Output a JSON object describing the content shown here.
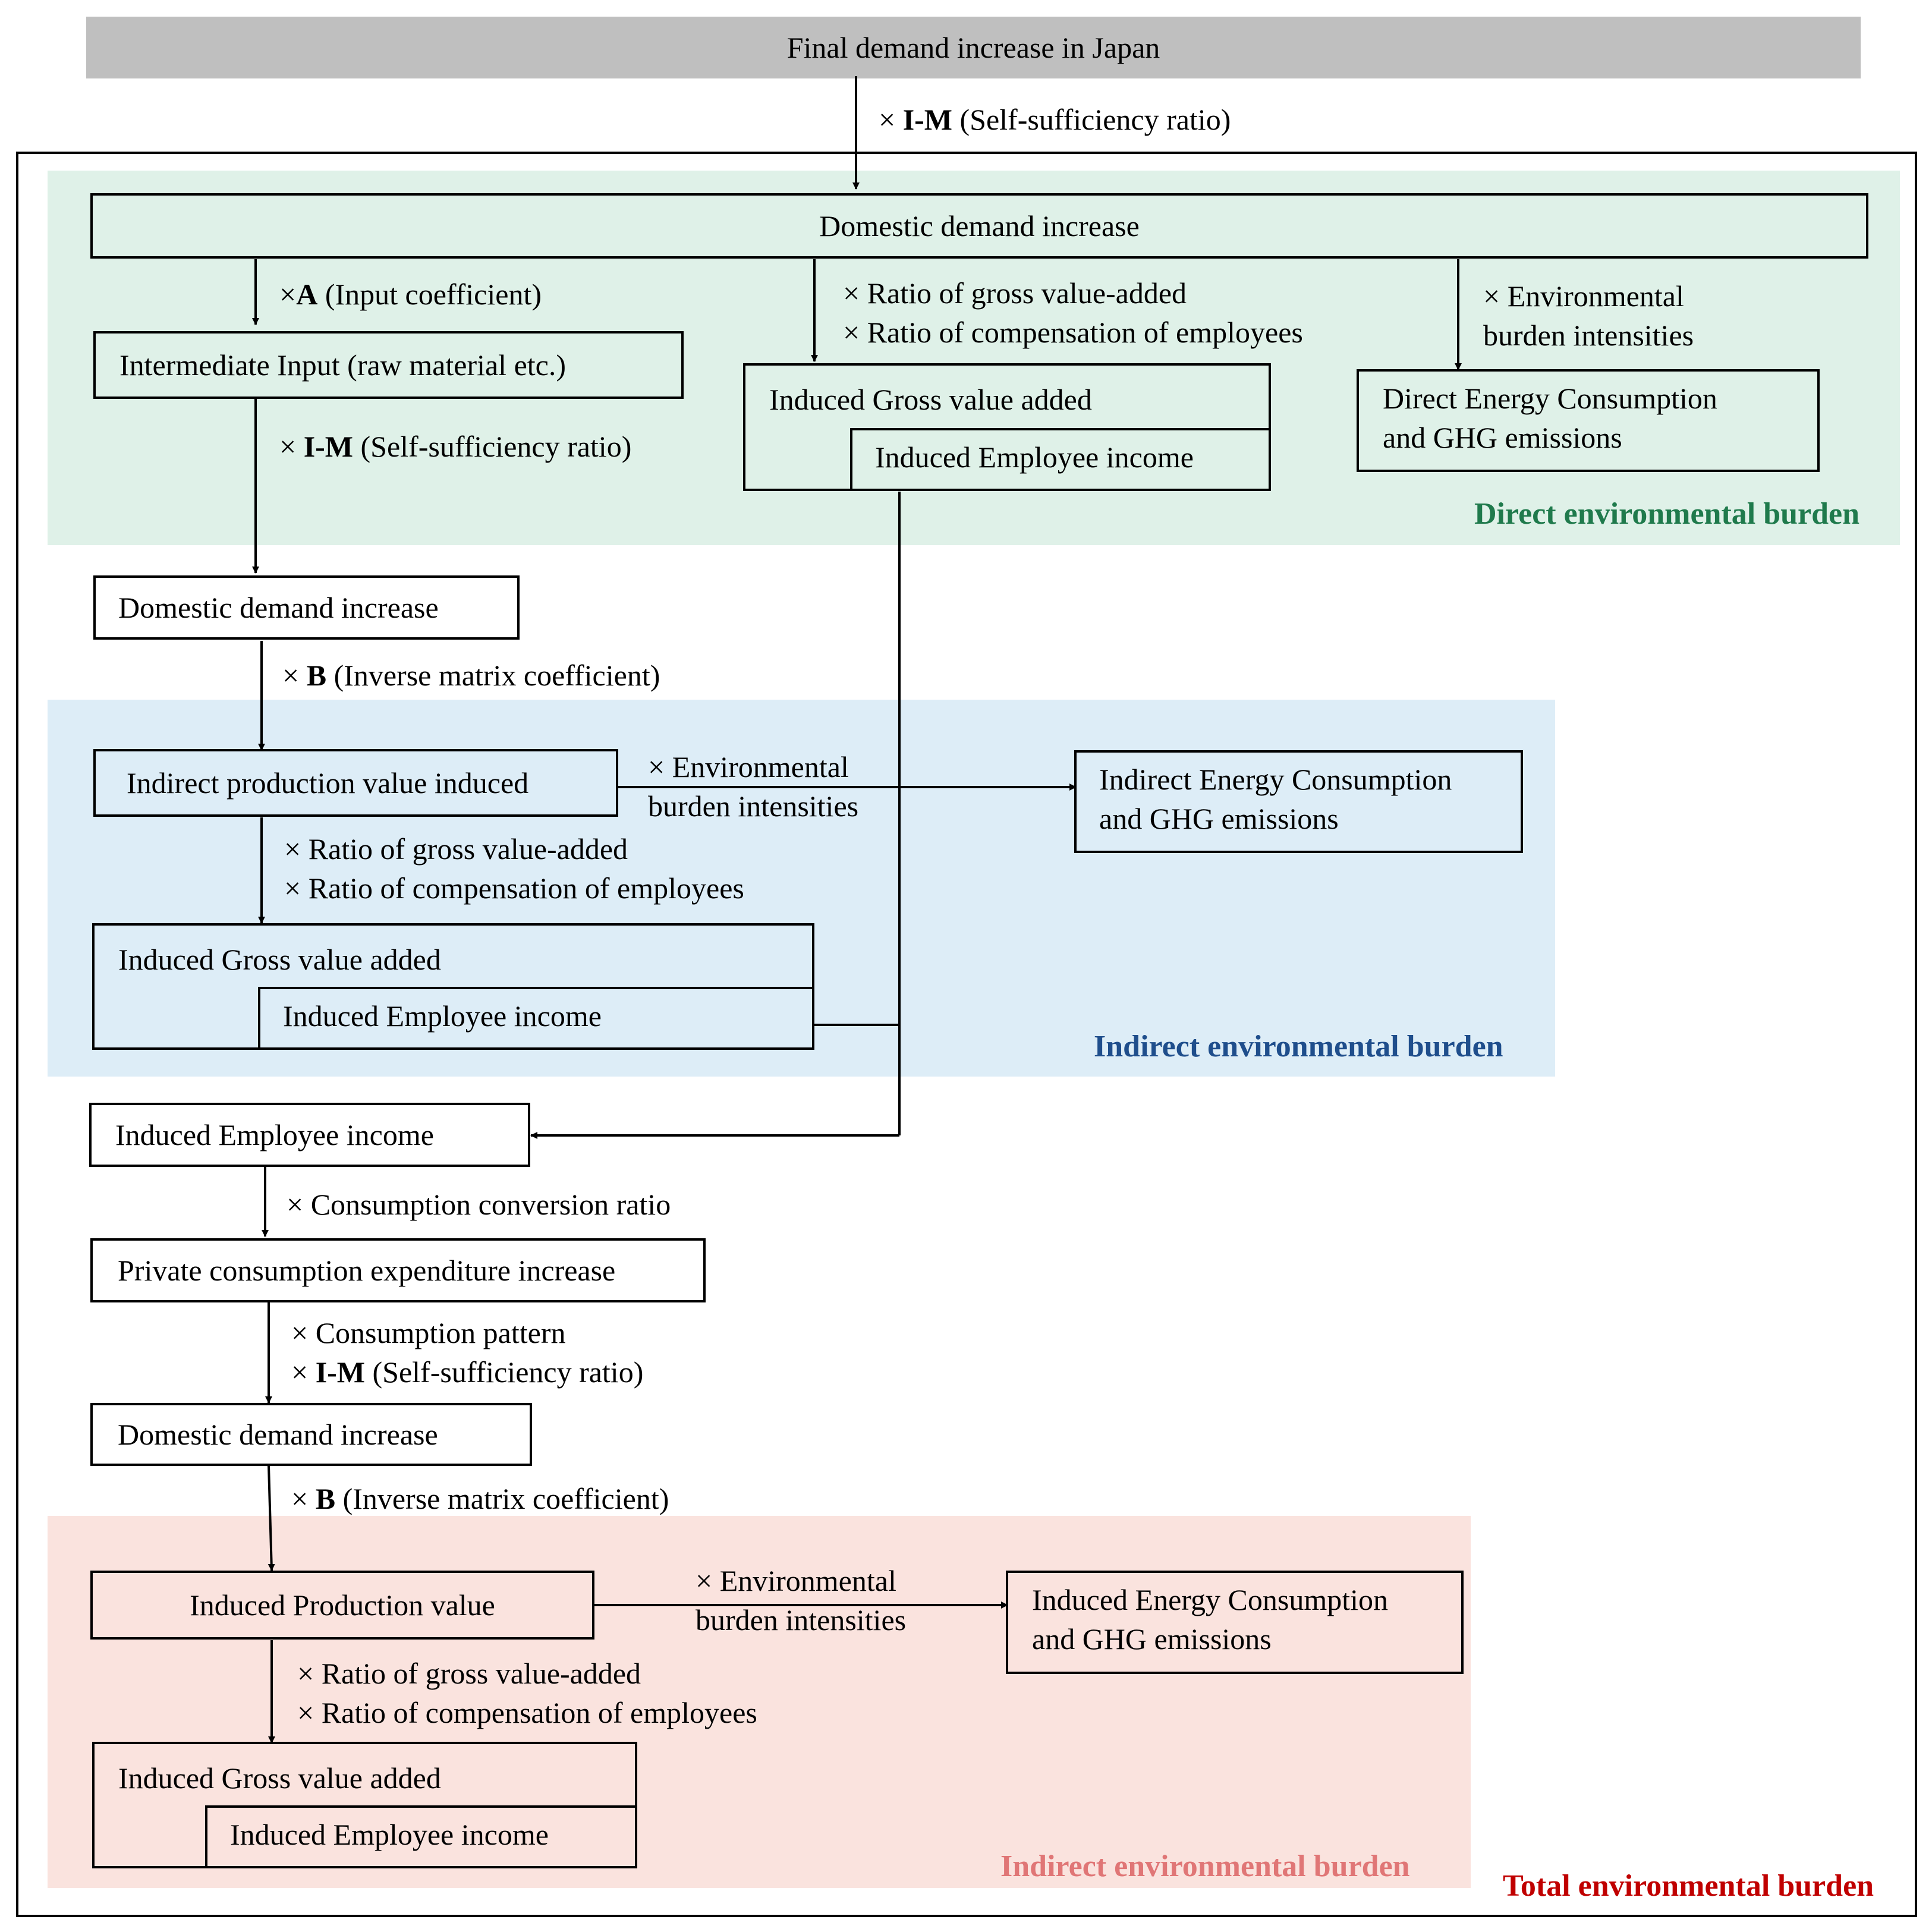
{
  "colors": {
    "direct": "#1f7a4c",
    "indirect1": "#1f4e8c",
    "indirect2": "#e07676",
    "total": "#c00000"
  },
  "top": {
    "final_demand": "Final demand increase in Japan",
    "im_label_prefix": "× ",
    "im_bold": "I-M",
    "im_rest": " (Self-sufficiency ratio)"
  },
  "direct": {
    "domestic_demand": "Domestic demand increase",
    "a_prefix": "×",
    "a_bold": "A",
    "a_rest": " (Input coefficient)",
    "intermediate_input": "Intermediate Input (raw material etc.)",
    "ratio_gva": "× Ratio of gross value-added",
    "ratio_comp": "× Ratio of compensation of employees",
    "induced_gva": "Induced Gross value added",
    "induced_income": "Induced Employee income",
    "env_line1": "× Environmental",
    "env_line2": "burden intensities",
    "direct_energy_1": "Direct Energy Consumption",
    "direct_energy_2": "and GHG emissions",
    "im_prefix": "× ",
    "im_bold": "I-M",
    "im_rest": " (Self-sufficiency ratio)",
    "header": "Direct environmental burden"
  },
  "indirect1": {
    "domestic_demand": "Domestic demand increase",
    "b_prefix": "× ",
    "b_bold": "B",
    "b_rest": " (Inverse matrix coefficient)",
    "production": "Indirect production value induced",
    "env_line1": "× Environmental",
    "env_line2": "burden intensities",
    "energy_1": "Indirect Energy Consumption",
    "energy_2": "and GHG emissions",
    "ratio_gva": "× Ratio of gross value-added",
    "ratio_comp": "× Ratio of compensation of employees",
    "induced_gva": "Induced Gross value added",
    "induced_income": "Induced Employee income",
    "header": "Indirect environmental burden"
  },
  "consumption": {
    "induced_income": "Induced Employee income",
    "conv_ratio": "× Consumption conversion ratio",
    "private_consumption": "Private consumption expenditure increase",
    "pattern": "× Consumption pattern",
    "im_prefix": "× ",
    "im_bold": "I-M",
    "im_rest": " (Self-sufficiency ratio)",
    "domestic_demand": "Domestic demand increase",
    "b_prefix": "× ",
    "b_bold": "B",
    "b_rest": " (Inverse matrix coefficient)"
  },
  "indirect2": {
    "production": "Induced Production value",
    "env_line1": "× Environmental",
    "env_line2": "burden intensities",
    "energy_1": "Induced Energy Consumption",
    "energy_2": "and GHG emissions",
    "ratio_gva": "× Ratio of gross value-added",
    "ratio_comp": "× Ratio of compensation of employees",
    "induced_gva": "Induced Gross value added",
    "induced_income": "Induced Employee income",
    "header": "Indirect environmental burden"
  },
  "total_header": "Total environmental burden"
}
